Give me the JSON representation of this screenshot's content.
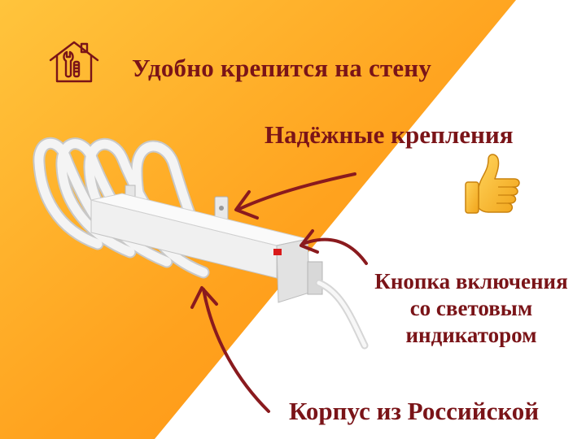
{
  "heading": {
    "title": "Удобно крепится на стену",
    "icon": "house-wrench-icon"
  },
  "callouts": {
    "mounts": "Надёжные крепления",
    "button_line1": "Кнопка включения",
    "button_line2": "со световым",
    "button_line3": "индикатором",
    "body": "Корпус из Российской",
    "thumb_icon": "thumbs-up-icon"
  },
  "colors": {
    "accent": "#7a1418",
    "orange": "#ff9a1a",
    "yellow": "#ffc23a",
    "white": "#ffffff"
  }
}
